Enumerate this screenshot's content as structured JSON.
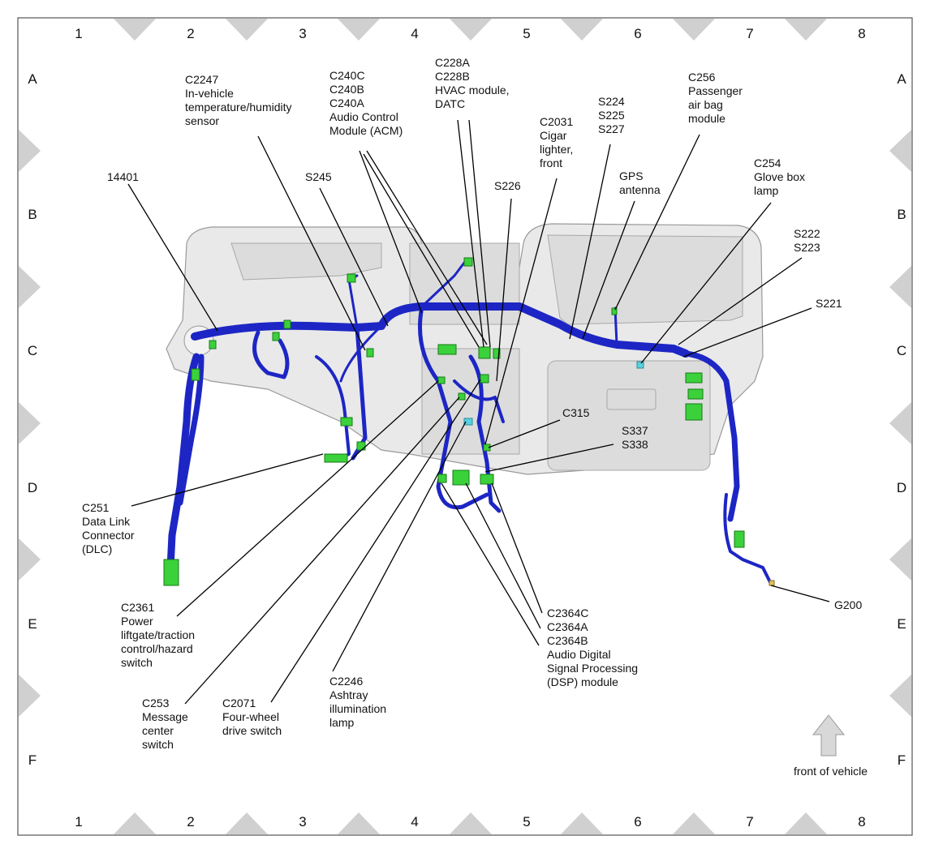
{
  "grid": {
    "columns": [
      "1",
      "2",
      "3",
      "4",
      "5",
      "6",
      "7",
      "8"
    ],
    "rows": [
      "A",
      "B",
      "C",
      "D",
      "E",
      "F"
    ]
  },
  "callouts": [
    {
      "id": "c14401",
      "lines": [
        "14401"
      ]
    },
    {
      "id": "c2247",
      "lines": [
        "C2247",
        "In-vehicle",
        "temperature/humidity",
        "sensor"
      ]
    },
    {
      "id": "s245",
      "lines": [
        "S245"
      ]
    },
    {
      "id": "c240",
      "lines": [
        "C240C",
        "C240B",
        "C240A",
        "Audio Control",
        "Module (ACM)"
      ]
    },
    {
      "id": "c228",
      "lines": [
        "C228A",
        "C228B",
        "HVAC module,",
        "DATC"
      ]
    },
    {
      "id": "s226",
      "lines": [
        "S226"
      ]
    },
    {
      "id": "c2031",
      "lines": [
        "C2031",
        "Cigar",
        "lighter,",
        "front"
      ]
    },
    {
      "id": "s224",
      "lines": [
        "S224",
        "S225",
        "S227"
      ]
    },
    {
      "id": "gps",
      "lines": [
        "GPS",
        "antenna"
      ]
    },
    {
      "id": "c256",
      "lines": [
        "C256",
        "Passenger",
        "air bag",
        "module"
      ]
    },
    {
      "id": "c254",
      "lines": [
        "C254",
        "Glove box",
        "lamp"
      ]
    },
    {
      "id": "s222",
      "lines": [
        "S222",
        "S223"
      ]
    },
    {
      "id": "s221",
      "lines": [
        "S221"
      ]
    },
    {
      "id": "c315",
      "lines": [
        "C315"
      ]
    },
    {
      "id": "s337",
      "lines": [
        "S337",
        "S338"
      ]
    },
    {
      "id": "c251",
      "lines": [
        "C251",
        "Data Link",
        "Connector",
        "(DLC)"
      ]
    },
    {
      "id": "c2361",
      "lines": [
        "C2361",
        "Power",
        "liftgate/traction",
        "control/hazard",
        "switch"
      ]
    },
    {
      "id": "c253",
      "lines": [
        "C253",
        "Message",
        "center",
        "switch"
      ]
    },
    {
      "id": "c2071",
      "lines": [
        "C2071",
        "Four-wheel",
        "drive switch"
      ]
    },
    {
      "id": "c2246",
      "lines": [
        "C2246",
        "Ashtray",
        "illumination",
        "lamp"
      ]
    },
    {
      "id": "c2364",
      "lines": [
        "C2364C",
        "C2364A",
        "C2364B",
        "Audio Digital",
        "Signal Processing",
        "(DSP) module"
      ]
    },
    {
      "id": "g200",
      "lines": [
        "G200"
      ]
    }
  ],
  "orientation": {
    "label": "front of vehicle",
    "icon": "arrow-up-icon"
  },
  "colors": {
    "harness": "#1d26c4",
    "connector": "#3bd13b",
    "panel": "#e9e9e9"
  }
}
